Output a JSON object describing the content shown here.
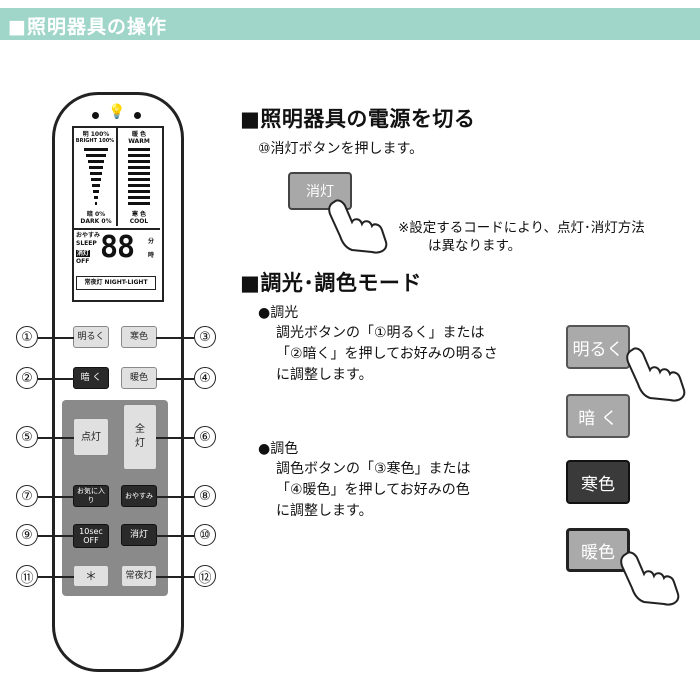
{
  "header": {
    "title": "■照明器具の操作"
  },
  "remote": {
    "lcd": {
      "bright_top": "明 100%",
      "bright_top_en": "BRIGHT 100%",
      "bright_bottom": "暗 0%",
      "bright_bottom_en": "DARK 0%",
      "color_top": "暖 色",
      "color_top_en": "WARM",
      "color_bottom": "寒 色",
      "color_bottom_en": "COOL",
      "sleep": "おやすみ",
      "sleep_en": "SLEEP",
      "off_label": "消灯",
      "off_en": "OFF",
      "digits": "88",
      "unit_min": "分",
      "unit_hour": "時",
      "nightlight": "常夜灯  NIGHT-LIGHT"
    },
    "buttons": {
      "b1": "明るく",
      "b3": "寒色",
      "b2": "暗 く",
      "b4": "暖色",
      "b5": "点灯",
      "b6": "全\n灯",
      "b7": "お気に入り",
      "b8": "おやすみ",
      "b9": "10sec\nOFF",
      "b10": "消灯",
      "b11": "＊",
      "b12": "常夜灯"
    },
    "numbers": {
      "n1": "①",
      "n2": "②",
      "n3": "③",
      "n4": "④",
      "n5": "⑤",
      "n6": "⑥",
      "n7": "⑦",
      "n8": "⑧",
      "n9": "⑨",
      "n10": "⑩",
      "n11": "⑪",
      "n12": "⑫"
    }
  },
  "power": {
    "heading": "■照明器具の電源を切る",
    "step": "⑩消灯ボタンを押します。",
    "button": "消灯",
    "note1": "※設定するコードにより、点灯･消灯方法",
    "note2": "は異なります。"
  },
  "dimming": {
    "heading": "■調光･調色モード",
    "dim_title": "●調光",
    "dim_l1": "調光ボタンの「①明るく」または",
    "dim_l2": "「②暗く」を押してお好みの明るさ",
    "dim_l3": "に調整します。",
    "col_title": "●調色",
    "col_l1": "調色ボタンの「③寒色」または",
    "col_l2": "「④暖色」を押してお好みの色",
    "col_l3": "に調整します。",
    "btn_bright": "明るく",
    "btn_dark": "暗 く",
    "btn_cool": "寒色",
    "btn_warm": "暖色"
  }
}
